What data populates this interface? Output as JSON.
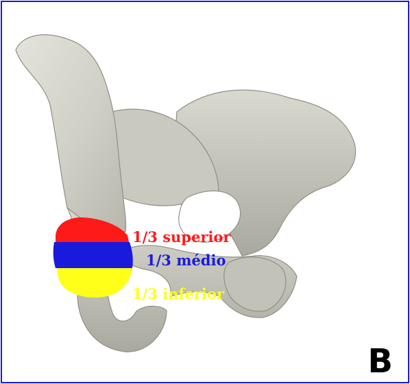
{
  "figure": {
    "panel_letter": "B",
    "border_color": "#1b1bd6"
  },
  "zones": [
    {
      "label": "1/3 superior",
      "color": "#ff1a1a"
    },
    {
      "label": "1/3 médio",
      "color": "#1a1add"
    },
    {
      "label": "1/3 inferior",
      "color": "#ffff1a"
    }
  ]
}
